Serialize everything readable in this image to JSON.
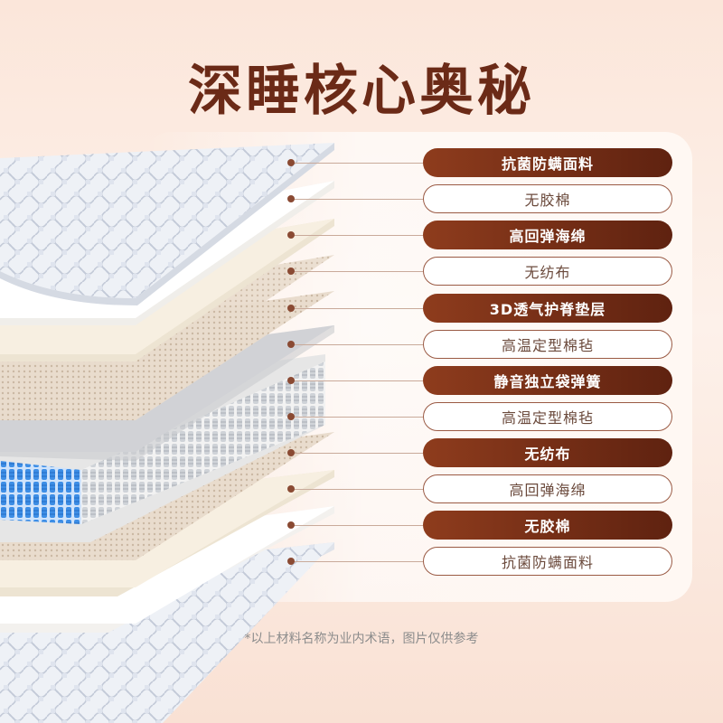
{
  "title": "深睡核心奥秘",
  "layers": [
    {
      "label": "抗菌防螨面料",
      "style": "dark"
    },
    {
      "label": "无胶棉",
      "style": "light"
    },
    {
      "label": "高回弹海绵",
      "style": "dark"
    },
    {
      "label": "无纺布",
      "style": "light"
    },
    {
      "label": "3D透气护脊垫层",
      "style": "dark"
    },
    {
      "label": "高温定型棉毡",
      "style": "light"
    },
    {
      "label": "静音独立袋弹簧",
      "style": "dark"
    },
    {
      "label": "高温定型棉毡",
      "style": "light"
    },
    {
      "label": "无纺布",
      "style": "dark"
    },
    {
      "label": "高回弹海绵",
      "style": "light"
    },
    {
      "label": "无胶棉",
      "style": "dark"
    },
    {
      "label": "抗菌防螨面料",
      "style": "light"
    }
  ],
  "footnote": "*以上材料名称为业内术语，图片仅供参考",
  "colors": {
    "title": "#6b2a17",
    "pill_dark": "#7a2e15",
    "pill_border": "#9a5a44",
    "dot": "#8a4a33"
  },
  "icons": {
    "layer_marker": "dot-icon"
  }
}
